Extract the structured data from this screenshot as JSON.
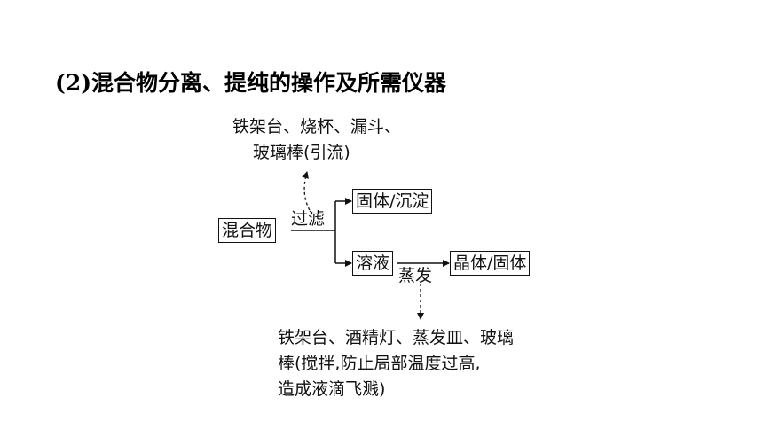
{
  "heading": "(2)混合物分离、提纯的操作及所需仪器",
  "nodes": {
    "mixture": "混合物",
    "solid_precipitate": "固体/沉淀",
    "solution": "溶液",
    "crystal_solid": "晶体/固体"
  },
  "operations": {
    "filtration": "过滤",
    "evaporation": "蒸发"
  },
  "filtration_instruments": {
    "line1": "铁架台、烧杯、漏斗、",
    "line2": "玻璃棒(引流)"
  },
  "evaporation_instruments": {
    "line1": "铁架台、酒精灯、蒸发皿、玻璃",
    "line2": "棒(搅拌,防止局部温度过高,",
    "line3": "造成液滴飞溅)"
  }
}
